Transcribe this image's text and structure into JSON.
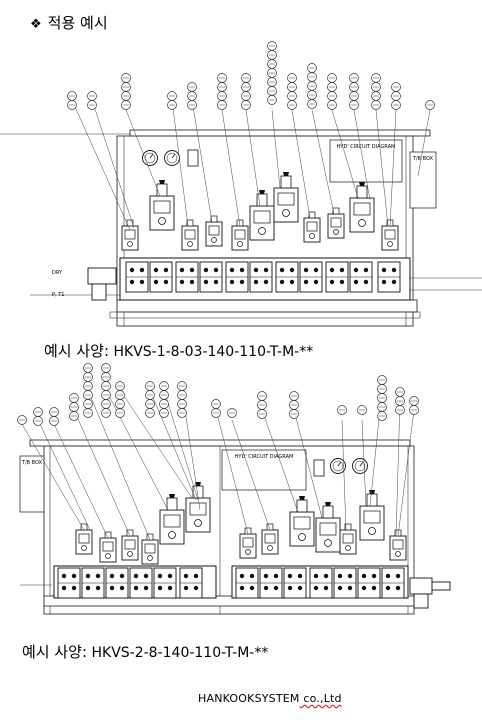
{
  "heading": {
    "bullet": "❖",
    "text": "적용 예시"
  },
  "diagram1": {
    "inner_label": "HYD' CIRCUIT DIAGRAM",
    "box_label": "T/B BOX",
    "port_label_1": "DRY",
    "port_label_2": "P, T1"
  },
  "caption1": {
    "prefix": "예시 사양:",
    "model": "HKVS-1-8-03-140-110-T-M-**"
  },
  "diagram2": {
    "inner_label": "HYD' CIRCUIT DIAGRAM",
    "box_label": "T/B BOX"
  },
  "caption2": {
    "prefix": "예시 사양:",
    "model": "HKVS-2-8-140-110-T-M-**"
  },
  "footer": {
    "company": "HANKOOKSYSTEM",
    "suffix": " co.,Ltd"
  }
}
